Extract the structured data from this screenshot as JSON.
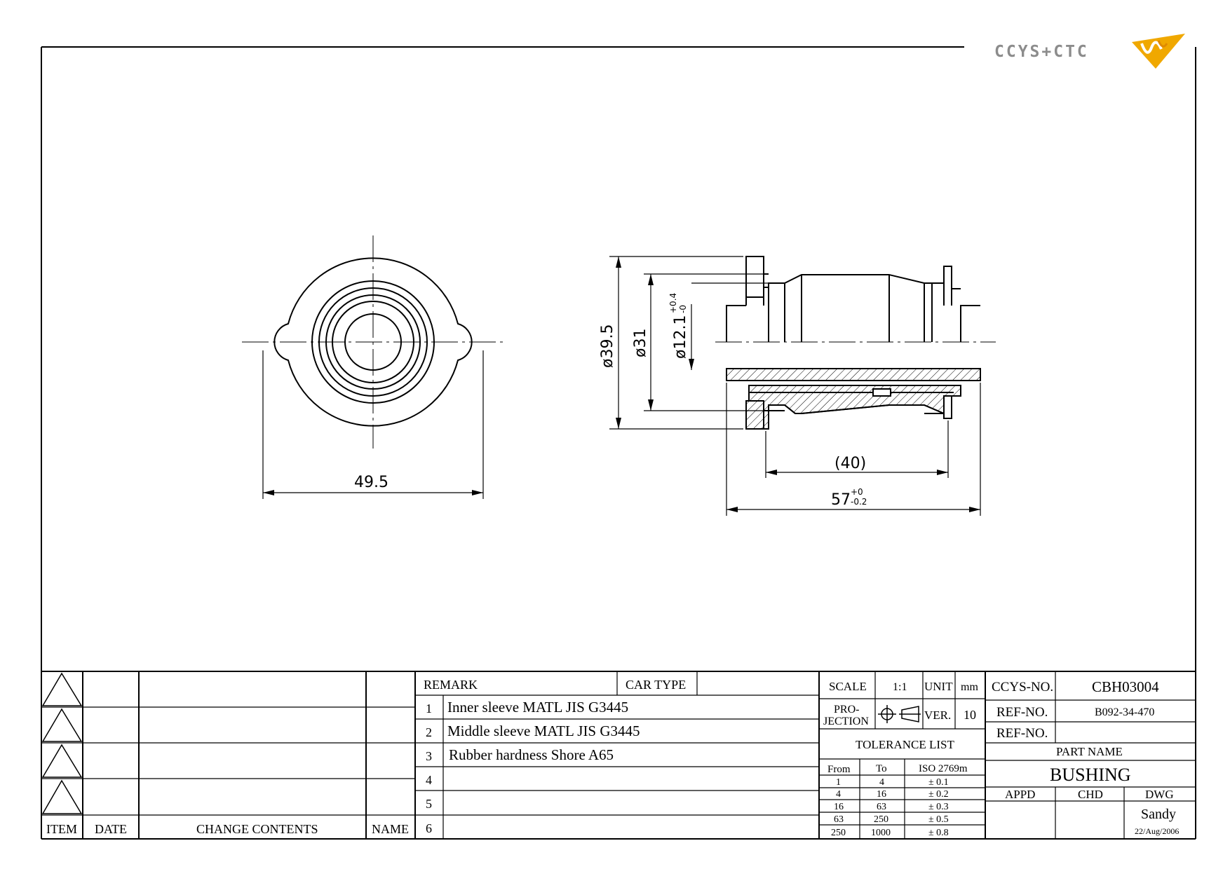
{
  "logo": {
    "text": "CCYS+CTC",
    "colors": {
      "text": "#8c8c8c",
      "mark": "#f0a800",
      "mark_dark": "#e08a00"
    }
  },
  "dimensions": {
    "front_width": "49.5",
    "dia_outer": "ø39.5",
    "dia_mid": "ø31",
    "dia_inner": "ø12.1",
    "dia_inner_tol_upper": "+0.4",
    "dia_inner_tol_lower": "-0",
    "length_inner": "(40)",
    "length_total": "57",
    "length_total_tol_upper": "+0",
    "length_total_tol_lower": "-0.2"
  },
  "revision_table": {
    "headers": {
      "item": "ITEM",
      "date": "DATE",
      "change_contents": "CHANGE CONTENTS",
      "name": "NAME"
    }
  },
  "remarks": {
    "header": "REMARK",
    "car_type_label": "CAR TYPE",
    "car_type_value": "",
    "items": [
      {
        "no": "1",
        "text": "Inner sleeve MATL JIS G3445"
      },
      {
        "no": "2",
        "text": "Middle sleeve MATL JIS G3445"
      },
      {
        "no": "3",
        "text": "Rubber hardness Shore A65"
      },
      {
        "no": "4",
        "text": ""
      },
      {
        "no": "5",
        "text": ""
      },
      {
        "no": "6",
        "text": ""
      }
    ]
  },
  "info": {
    "scale_label": "SCALE",
    "scale_value": "1:1",
    "unit_label": "UNIT",
    "unit_value": "mm",
    "projection_label_1": "PRO-",
    "projection_label_2": "JECTION",
    "ver_label": "VER.",
    "ver_value": "10",
    "tolerance_title": "TOLERANCE LIST",
    "tolerance_headers": [
      "From",
      "To",
      "ISO 2769m"
    ],
    "tolerance_rows": [
      [
        "1",
        "4",
        "± 0.1"
      ],
      [
        "4",
        "16",
        "± 0.2"
      ],
      [
        "16",
        "63",
        "± 0.3"
      ],
      [
        "63",
        "250",
        "± 0.5"
      ],
      [
        "250",
        "1000",
        "± 0.8"
      ]
    ]
  },
  "title_block": {
    "ccys_no_label": "CCYS-NO.",
    "ccys_no_value": "CBH03004",
    "ref_no_label_1": "REF-NO.",
    "ref_no_value_1": "B092-34-470",
    "ref_no_label_2": "REF-NO.",
    "ref_no_value_2": "",
    "part_name_label": "PART NAME",
    "part_name_value": "BUSHING",
    "appd_label": "APPD",
    "chd_label": "CHD",
    "dwg_label": "DWG",
    "appd_value": "",
    "chd_value": "",
    "dwg_value": "Sandy",
    "date": "22/Aug/2006"
  }
}
